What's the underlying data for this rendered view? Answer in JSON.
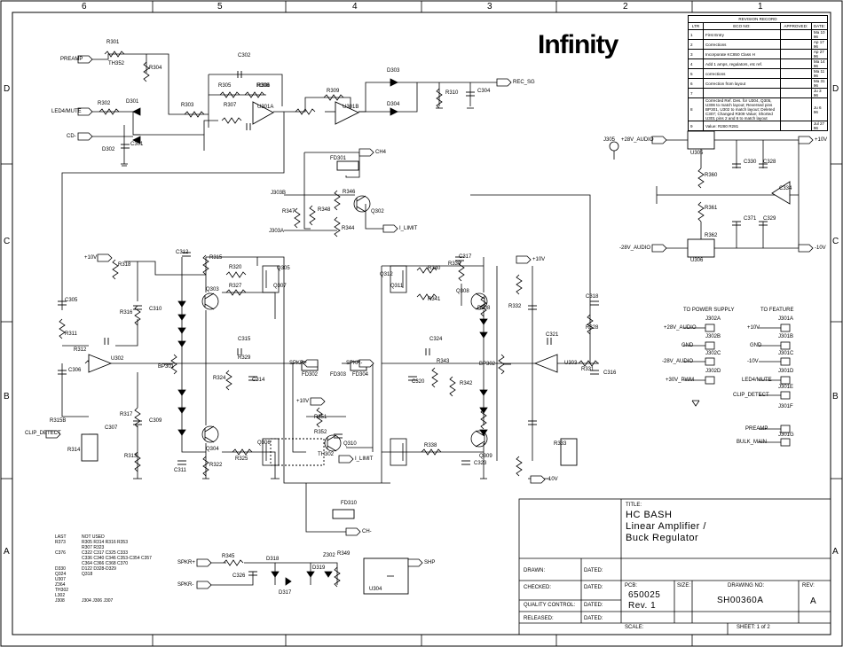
{
  "zones": {
    "top": [
      "6",
      "5",
      "4",
      "3",
      "2",
      "1"
    ],
    "side": [
      "D",
      "C",
      "B",
      "A"
    ]
  },
  "logo": "Infinity",
  "revision_record": {
    "title": "REVISION RECORD",
    "headers": [
      "LTR",
      "ECO NO:",
      "APPROVED:",
      "DATE:"
    ],
    "rows": [
      {
        "ltr": "1",
        "eco": "First Entry",
        "approved": "",
        "date": "Ma 10 96"
      },
      {
        "ltr": "2",
        "eco": "Corrections",
        "approved": "",
        "date": "Ap 17 96"
      },
      {
        "ltr": "3",
        "eco": "Incorporate KC850 Class H",
        "approved": "",
        "date": "Ap 27 96"
      },
      {
        "ltr": "4",
        "eco": "Add 1 amps, regulators, etc ref.",
        "approved": "",
        "date": "Ma 14 96"
      },
      {
        "ltr": "5",
        "eco": "corrections",
        "approved": "",
        "date": "Ma 11 96"
      },
      {
        "ltr": "6",
        "eco": "Correction from layout",
        "approved": "",
        "date": "Ma 31 96"
      },
      {
        "ltr": "7",
        "eco": "",
        "approved": "",
        "date": "Ju 3 96"
      },
      {
        "ltr": "8",
        "eco": "Corrected Ref. Des. for U304, Q305, U306 to match layout; Reversed pins BP301, U302 to match layout; Deleted C307; Changed R309 Value; Shorted U301 pins 2 and 6 to match layout",
        "approved": "",
        "date": "Ju 6 96"
      },
      {
        "ltr": "9",
        "eco": "Value: R280 R281",
        "approved": "",
        "date": "Jul 27 96"
      }
    ]
  },
  "signals": {
    "preamp_in": "PREAMP",
    "led_mute": "LED4/MUTE",
    "cd": "CD-",
    "rec_sig": "REC_SG",
    "ch4": "CH4",
    "i_limit": "I_LIMIT",
    "spkr_plus": "SPKR+",
    "spkr_minus": "SPKR-",
    "clip_detect": "CLIP_DETECT",
    "ch_minus": "CH-",
    "shp": "SHP",
    "v_plus10": "+10V",
    "v_minus10": "-10V",
    "v_28_audio": "+28V_AUDIO",
    "v_minus28_audio": "-28V_AUDIO"
  },
  "power_supply": {
    "title": "TO POWER SUPPLY",
    "connectors": [
      "+28V_AUDIO",
      "GND",
      "-28V_AUDIO",
      "+30V_PWM"
    ],
    "refs": [
      "J302A",
      "J302B",
      "J302C",
      "J302D"
    ]
  },
  "to_feature": {
    "title": "TO FEATURE",
    "connectors": [
      "+10V",
      "GND",
      "-10V",
      "LED4/MUTE",
      "CLIP_DETECT",
      "PREAMP",
      "BULK_MAIN"
    ],
    "refs": [
      "J301A",
      "J301B",
      "J301C",
      "J301D",
      "J301E",
      "J301F",
      "J301G"
    ]
  },
  "title_block": {
    "title_label": "TITLE:",
    "title_lines": [
      "HC BASH",
      "Linear Amplifier /",
      "Buck Regulator"
    ],
    "drawn_label": "DRAWN:",
    "checked_label": "CHECKED:",
    "quality_label": "QUALITY CONTROL:",
    "released_label": "RELEASED:",
    "dated_label": "DATED:",
    "pcb_label": "PCB:",
    "pcb_value": "650025",
    "pcb_rev": "Rev. 1",
    "size_label": "SIZE:",
    "drawing_label": "DRAWING NO:",
    "drawing_no": "SH00360A",
    "rev_label": "REV:",
    "rev_value": "A",
    "scale_label": "SCALE:",
    "sheet_label": "SHEET: 1 of 2"
  },
  "legend": {
    "rows": [
      {
        "k": "LAST",
        "v": "NOT USED"
      },
      {
        "k": "R373",
        "v": "R305 R314 R316 R353"
      },
      {
        "k": "",
        "v": "R307 R323"
      },
      {
        "k": "C376",
        "v": "C322 C317 C325 C333"
      },
      {
        "k": "",
        "v": "C336 C340 C346 C353-C354 C357"
      },
      {
        "k": "",
        "v": "C364 C366 C368 C370"
      },
      {
        "k": "D330",
        "v": "D122 D328-D329"
      },
      {
        "k": "Q324",
        "v": "Q318"
      },
      {
        "k": "U307",
        "v": ""
      },
      {
        "k": "Z364",
        "v": ""
      },
      {
        "k": "TH302",
        "v": ""
      },
      {
        "k": "L302",
        "v": ""
      },
      {
        "k": "J308",
        "v": "J304 J306 J307"
      }
    ]
  },
  "component_labels": [
    {
      "t": "R301",
      "id": "r301"
    },
    {
      "t": "TH352",
      "id": "th352"
    },
    {
      "t": "R304",
      "id": "r304"
    },
    {
      "t": "R302",
      "id": "r302"
    },
    {
      "t": "R303",
      "id": "r303"
    },
    {
      "t": "D301",
      "id": "d301"
    },
    {
      "t": "C301",
      "id": "c301"
    },
    {
      "t": "D302",
      "id": "d302"
    },
    {
      "t": "C302",
      "id": "c302"
    },
    {
      "t": "R305",
      "id": "r305"
    },
    {
      "t": "R306",
      "id": "r306"
    },
    {
      "t": "R307",
      "id": "r307"
    },
    {
      "t": "R308",
      "id": "r308"
    },
    {
      "t": "U301A",
      "id": "u301a"
    },
    {
      "t": "R309",
      "id": "r309"
    },
    {
      "t": "U301B",
      "id": "u301b"
    },
    {
      "t": "D303",
      "id": "d303"
    },
    {
      "t": "D304",
      "id": "d304"
    },
    {
      "t": "R310",
      "id": "r310"
    },
    {
      "t": "C304",
      "id": "c304"
    },
    {
      "t": "FD301",
      "id": "fd301"
    },
    {
      "t": "R346",
      "id": "r346"
    },
    {
      "t": "R347",
      "id": "r347"
    },
    {
      "t": "R348",
      "id": "r348"
    },
    {
      "t": "Q302",
      "id": "q302"
    },
    {
      "t": "J303B",
      "id": "j303b"
    },
    {
      "t": "J303A",
      "id": "j303a"
    },
    {
      "t": "R344",
      "id": "r344"
    },
    {
      "t": "C312",
      "id": "c312"
    },
    {
      "t": "R315",
      "id": "r315"
    },
    {
      "t": "R320",
      "id": "r320"
    },
    {
      "t": "R327",
      "id": "r327"
    },
    {
      "t": "Q305",
      "id": "q305"
    },
    {
      "t": "Q307",
      "id": "q307"
    },
    {
      "t": "Q303",
      "id": "q303"
    },
    {
      "t": "C305",
      "id": "c305"
    },
    {
      "t": "R318",
      "id": "r318"
    },
    {
      "t": "R316",
      "id": "r316"
    },
    {
      "t": "C310",
      "id": "c310"
    },
    {
      "t": "R311",
      "id": "r311"
    },
    {
      "t": "R312",
      "id": "r312"
    },
    {
      "t": "C306",
      "id": "c306"
    },
    {
      "t": "U302",
      "id": "u302"
    },
    {
      "t": "R317",
      "id": "r317"
    },
    {
      "t": "C309",
      "id": "c309"
    },
    {
      "t": "R315B",
      "id": "r315b"
    },
    {
      "t": "R314",
      "id": "r314"
    },
    {
      "t": "C307",
      "id": "c307"
    },
    {
      "t": "R313",
      "id": "r313"
    },
    {
      "t": "Q304",
      "id": "q304"
    },
    {
      "t": "C311",
      "id": "c311"
    },
    {
      "t": "R322",
      "id": "r322"
    },
    {
      "t": "R325",
      "id": "r325"
    },
    {
      "t": "Q306",
      "id": "q306"
    },
    {
      "t": "C315",
      "id": "c315"
    },
    {
      "t": "R324",
      "id": "r324"
    },
    {
      "t": "C314",
      "id": "c314"
    },
    {
      "t": "R329",
      "id": "r329"
    },
    {
      "t": "FD302",
      "id": "fd302"
    },
    {
      "t": "FD303",
      "id": "fd303"
    },
    {
      "t": "FD304",
      "id": "fd304"
    },
    {
      "t": "R351",
      "id": "r351"
    },
    {
      "t": "R352",
      "id": "r352"
    },
    {
      "t": "TH302",
      "id": "th302"
    },
    {
      "t": "Q310",
      "id": "q310"
    },
    {
      "t": "C317",
      "id": "c317"
    },
    {
      "t": "R330",
      "id": "r330"
    },
    {
      "t": "Q312",
      "id": "q312"
    },
    {
      "t": "Q311",
      "id": "q311"
    },
    {
      "t": "R340",
      "id": "r340"
    },
    {
      "t": "R341",
      "id": "r341"
    },
    {
      "t": "Q308",
      "id": "q308"
    },
    {
      "t": "D308",
      "id": "d308"
    },
    {
      "t": "C324",
      "id": "c324"
    },
    {
      "t": "R343",
      "id": "r343"
    },
    {
      "t": "C320",
      "id": "c320"
    },
    {
      "t": "R342",
      "id": "r342"
    },
    {
      "t": "BP302",
      "id": "bp302"
    },
    {
      "t": "R332",
      "id": "r332"
    },
    {
      "t": "C318",
      "id": "c318"
    },
    {
      "t": "R328",
      "id": "r328"
    },
    {
      "t": "C316",
      "id": "c316"
    },
    {
      "t": "U303",
      "id": "u303"
    },
    {
      "t": "R331",
      "id": "r331"
    },
    {
      "t": "R333",
      "id": "r333"
    },
    {
      "t": "Q309",
      "id": "q309"
    },
    {
      "t": "C323",
      "id": "c323"
    },
    {
      "t": "R338",
      "id": "r338"
    },
    {
      "t": "C321",
      "id": "c321"
    },
    {
      "t": "R345",
      "id": "r345"
    },
    {
      "t": "C326",
      "id": "c326"
    },
    {
      "t": "D318",
      "id": "d318"
    },
    {
      "t": "D317",
      "id": "d317"
    },
    {
      "t": "D319",
      "id": "d319"
    },
    {
      "t": "Z302",
      "id": "z302"
    },
    {
      "t": "R349",
      "id": "r349"
    },
    {
      "t": "U304",
      "id": "u304"
    },
    {
      "t": "FD310",
      "id": "fd310"
    },
    {
      "t": "U306",
      "id": "u306"
    },
    {
      "t": "U305",
      "id": "u305"
    },
    {
      "t": "R360",
      "id": "r360"
    },
    {
      "t": "R361",
      "id": "r361"
    },
    {
      "t": "C330",
      "id": "c330"
    },
    {
      "t": "C328",
      "id": "c328"
    },
    {
      "t": "C371",
      "id": "c371"
    },
    {
      "t": "C329",
      "id": "c329"
    },
    {
      "t": "R362",
      "id": "r362"
    },
    {
      "t": "C334",
      "id": "c334"
    },
    {
      "t": "J305",
      "id": "j305"
    },
    {
      "t": "BP301",
      "id": "bp301"
    }
  ]
}
